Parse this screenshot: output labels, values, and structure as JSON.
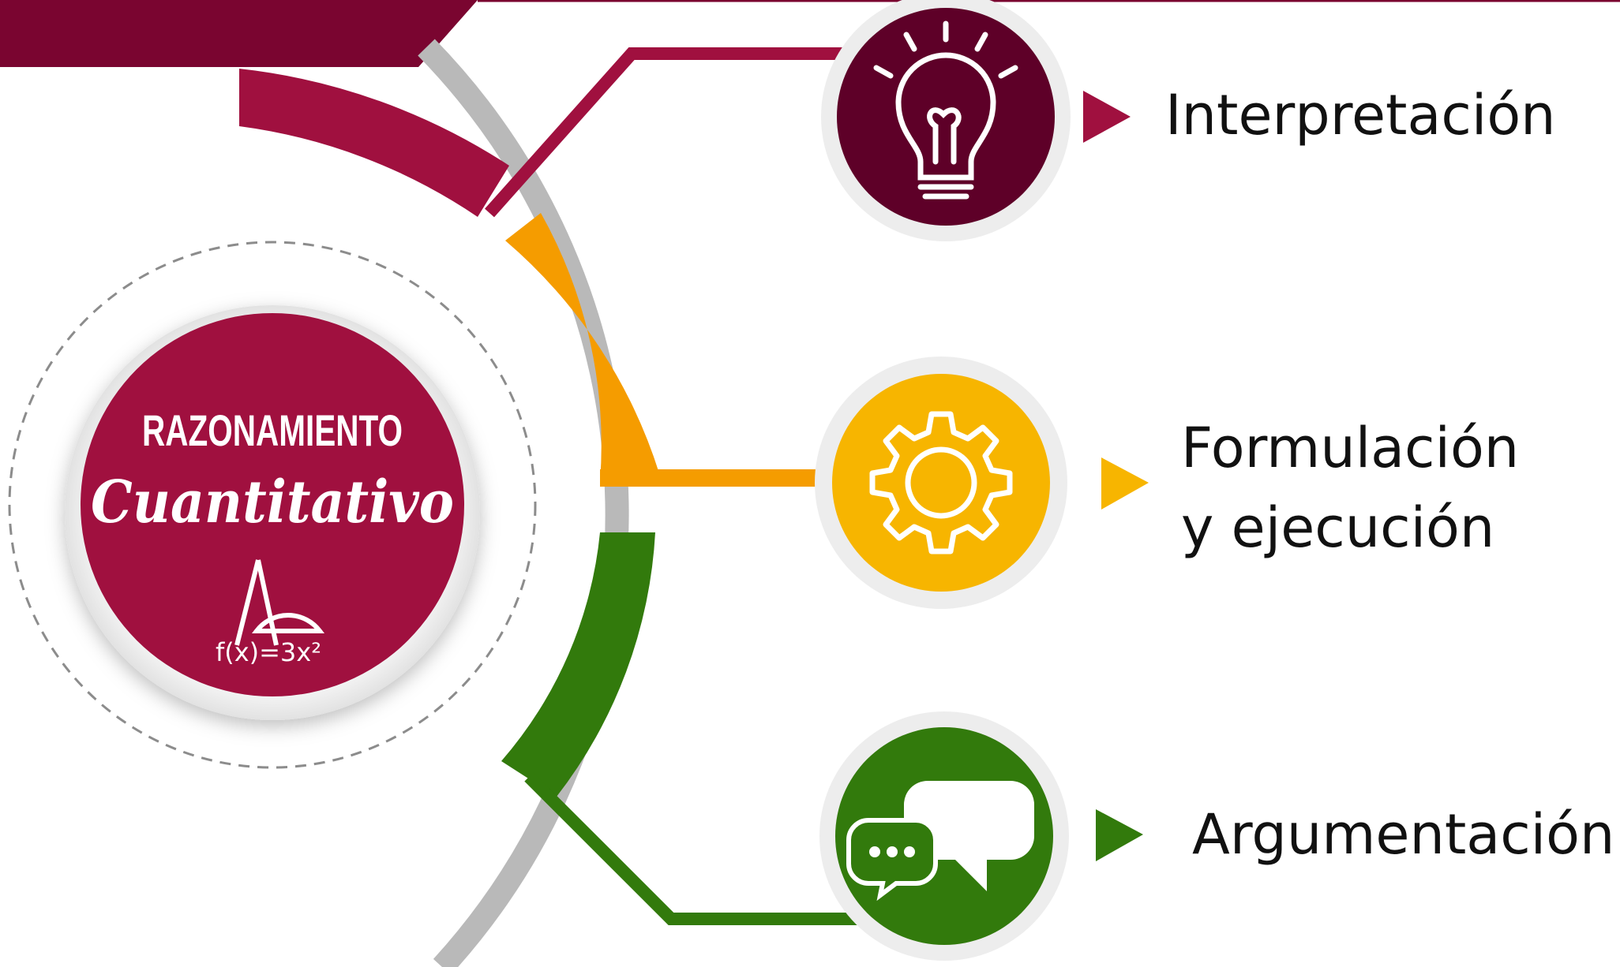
{
  "logo": {
    "line1": "RAZONAMIENTO",
    "line2": "Cuantitativo",
    "formula": "f(x)=3x²"
  },
  "items": [
    {
      "label_lines": [
        "Interpretación"
      ],
      "icon": "lightbulb-icon",
      "color": "#A0103F"
    },
    {
      "label_lines": [
        "Formulación",
        "y ejecución"
      ],
      "icon": "gear-icon",
      "color": "#F5A500"
    },
    {
      "label_lines": [
        "Argumentación"
      ],
      "icon": "speech-bubbles-icon",
      "color": "#327A0C"
    }
  ],
  "colors": {
    "banner": "#7A0530",
    "maroon": "#A0103F",
    "maroon_dark": "#5E0028",
    "orange": "#F59C00",
    "yellow": "#F7B500",
    "green": "#327A0C",
    "gray": "#B9B9B9"
  }
}
